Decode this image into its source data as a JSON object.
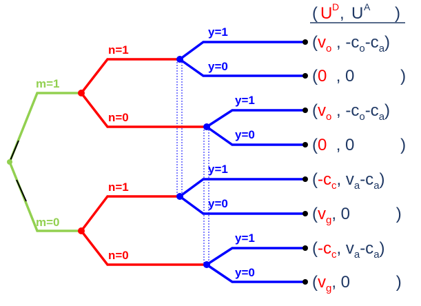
{
  "header": {
    "open": "(",
    "ud_base": "U",
    "ud_sup": "D",
    "comma": ", ",
    "ua_base": "U",
    "ua_sup": "A",
    "close": ")"
  },
  "tree": {
    "m_branches": [
      {
        "label": "m=1",
        "color": "#92d050"
      },
      {
        "label": "m=0",
        "color": "#92d050"
      }
    ],
    "n_branches": [
      {
        "label": "n=1",
        "color": "#ff0000"
      },
      {
        "label": "n=0",
        "color": "#ff0000"
      },
      {
        "label": "n=1",
        "color": "#ff0000"
      },
      {
        "label": "n=0",
        "color": "#ff0000"
      }
    ],
    "y_labels": [
      "y=1",
      "y=0",
      "y=1",
      "y=0",
      "y=1",
      "y=0",
      "y=1",
      "y=0"
    ],
    "y_color": "#0000ff",
    "info_set_style": "dotted-blue"
  },
  "payoffs": [
    {
      "parts": [
        {
          "t": "(",
          "c": "#1f3864"
        },
        {
          "t": "v",
          "c": "#ff0000"
        },
        {
          "t": "o",
          "c": "#ff0000",
          "sub": true
        },
        {
          "t": " , -c",
          "c": "#1f3864"
        },
        {
          "t": "o",
          "c": "#1f3864",
          "sub": true
        },
        {
          "t": "-c",
          "c": "#1f3864"
        },
        {
          "t": "a",
          "c": "#1f3864",
          "sub": true
        },
        {
          "t": ")",
          "c": "#1f3864"
        }
      ]
    },
    {
      "parts": [
        {
          "t": "(",
          "c": "#1f3864"
        },
        {
          "t": "0",
          "c": "#ff0000"
        },
        {
          "t": "  , 0",
          "c": "#1f3864"
        },
        {
          "t": "          )",
          "c": "#1f3864"
        }
      ]
    },
    {
      "parts": [
        {
          "t": "(",
          "c": "#1f3864"
        },
        {
          "t": "v",
          "c": "#ff0000"
        },
        {
          "t": "o",
          "c": "#ff0000",
          "sub": true
        },
        {
          "t": " , -c",
          "c": "#1f3864"
        },
        {
          "t": "o",
          "c": "#1f3864",
          "sub": true
        },
        {
          "t": "-c",
          "c": "#1f3864"
        },
        {
          "t": "a",
          "c": "#1f3864",
          "sub": true
        },
        {
          "t": ")",
          "c": "#1f3864"
        }
      ]
    },
    {
      "parts": [
        {
          "t": "(",
          "c": "#1f3864"
        },
        {
          "t": "0",
          "c": "#ff0000"
        },
        {
          "t": "  , 0",
          "c": "#1f3864"
        },
        {
          "t": "          )",
          "c": "#1f3864"
        }
      ]
    },
    {
      "parts": [
        {
          "t": "(",
          "c": "#1f3864"
        },
        {
          "t": "-c",
          "c": "#ff0000"
        },
        {
          "t": "c",
          "c": "#ff0000",
          "sub": true
        },
        {
          "t": ", v",
          "c": "#1f3864"
        },
        {
          "t": "a",
          "c": "#1f3864",
          "sub": true
        },
        {
          "t": "-c",
          "c": "#1f3864"
        },
        {
          "t": "a",
          "c": "#1f3864",
          "sub": true
        },
        {
          "t": ")",
          "c": "#1f3864"
        }
      ]
    },
    {
      "parts": [
        {
          "t": "(",
          "c": "#1f3864"
        },
        {
          "t": "v",
          "c": "#ff0000"
        },
        {
          "t": "g",
          "c": "#ff0000",
          "sub": true
        },
        {
          "t": ", 0",
          "c": "#1f3864"
        },
        {
          "t": "          )",
          "c": "#1f3864"
        }
      ]
    },
    {
      "parts": [
        {
          "t": "(",
          "c": "#1f3864"
        },
        {
          "t": "-c",
          "c": "#ff0000"
        },
        {
          "t": "c",
          "c": "#ff0000",
          "sub": true
        },
        {
          "t": ", v",
          "c": "#1f3864"
        },
        {
          "t": "a",
          "c": "#1f3864",
          "sub": true
        },
        {
          "t": "-c",
          "c": "#1f3864"
        },
        {
          "t": "a",
          "c": "#1f3864",
          "sub": true
        },
        {
          "t": ")",
          "c": "#1f3864"
        }
      ]
    },
    {
      "parts": [
        {
          "t": "(",
          "c": "#1f3864"
        },
        {
          "t": "v",
          "c": "#ff0000"
        },
        {
          "t": "g",
          "c": "#ff0000",
          "sub": true
        },
        {
          "t": ", 0",
          "c": "#1f3864"
        },
        {
          "t": "          )",
          "c": "#1f3864"
        }
      ]
    }
  ]
}
